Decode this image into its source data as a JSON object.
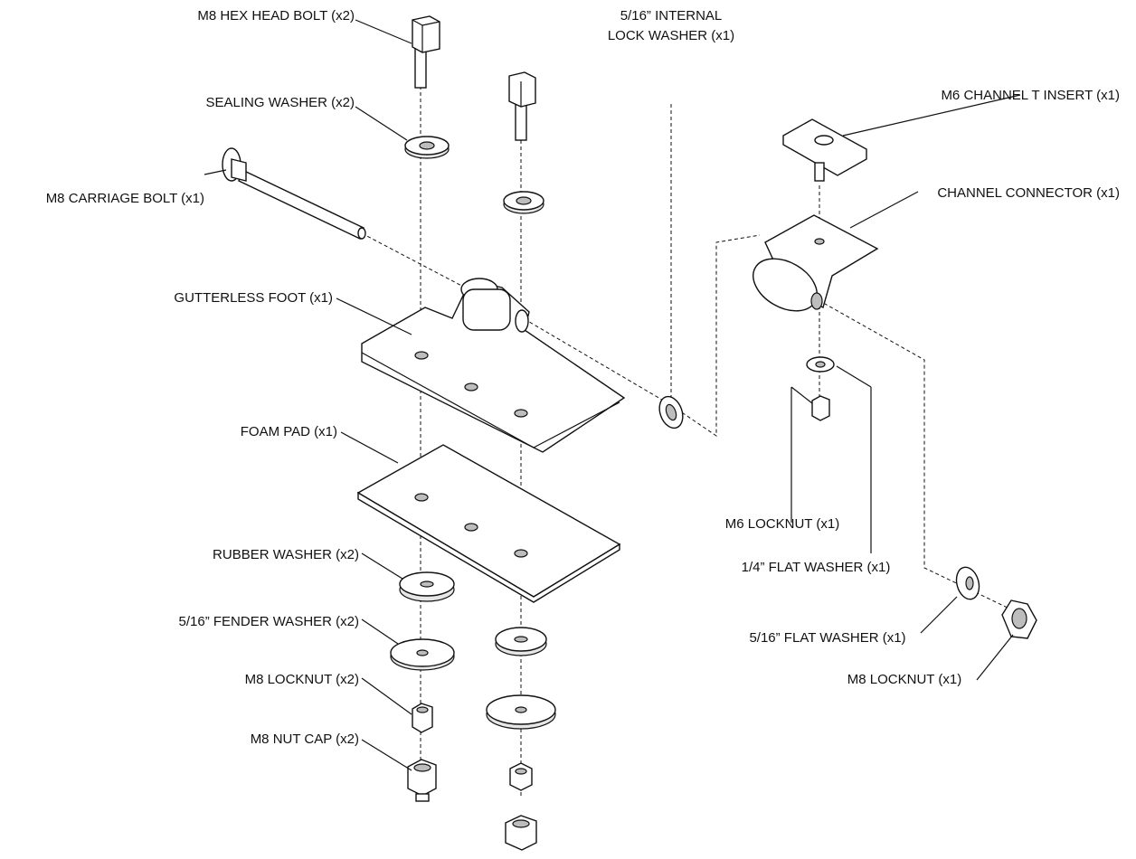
{
  "labels": {
    "hex_bolt": "M8 HEX HEAD BOLT (x2)",
    "sealing_washer": "SEALING WASHER (x2)",
    "carriage_bolt": "M8 CARRIAGE BOLT (x1)",
    "gutterless_foot": "GUTTERLESS FOOT (x1)",
    "foam_pad": "FOAM PAD (x1)",
    "rubber_washer": "RUBBER WASHER (x2)",
    "fender_washer": "5/16” FENDER WASHER (x2)",
    "m8_locknut_x2": "M8 LOCKNUT (x2)",
    "nut_cap": "M8 NUT CAP (x2)",
    "lock_washer_line1": "5/16” INTERNAL",
    "lock_washer_line2": "LOCK WASHER (x1)",
    "t_insert": "M6 CHANNEL T INSERT (x1)",
    "channel_connector": "CHANNEL CONNECTOR (x1)",
    "m6_locknut": "M6 LOCKNUT (x1)",
    "flat_washer_quarter": "1/4” FLAT WASHER (x1)",
    "flat_washer_516": "5/16” FLAT WASHER (x1)",
    "m8_locknut_x1": "M8 LOCKNUT (x1)"
  }
}
